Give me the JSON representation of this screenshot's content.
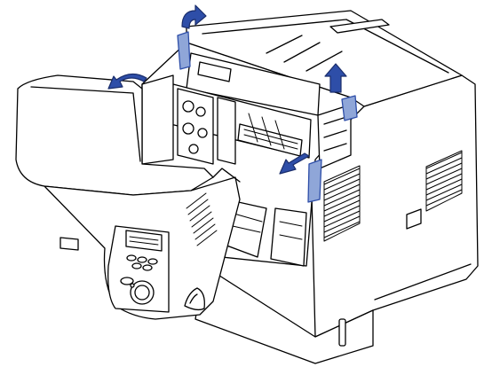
{
  "figure": {
    "subject": "printer-with-front-cover-open",
    "line_color": "#000000",
    "fill_color": "#ffffff",
    "accent_color": "#2e4ea8",
    "accent_light": "#8fa6d8",
    "arrows": [
      {
        "id": "top-left-latch-arrow",
        "direction": "up-right"
      },
      {
        "id": "front-cover-arrow",
        "direction": "left"
      },
      {
        "id": "top-right-latch-arrow",
        "direction": "up"
      },
      {
        "id": "inner-latch-arrow",
        "direction": "down-left"
      }
    ]
  }
}
